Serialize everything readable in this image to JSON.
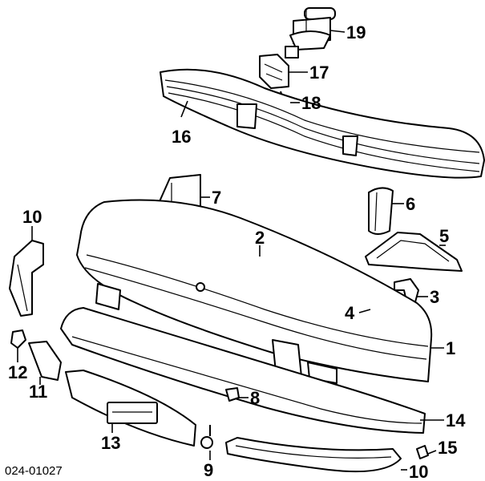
{
  "diagram": {
    "reference_code": "024-01027",
    "callouts": {
      "c1": "1",
      "c2": "2",
      "c3": "3",
      "c4": "4",
      "c5": "5",
      "c6": "6",
      "c7": "7",
      "c8": "8",
      "c9": "9",
      "c10a": "10",
      "c10b": "10",
      "c11": "11",
      "c12": "12",
      "c13": "13",
      "c14": "14",
      "c15": "15",
      "c16": "16",
      "c17": "17",
      "c18": "18",
      "c19": "19"
    }
  }
}
